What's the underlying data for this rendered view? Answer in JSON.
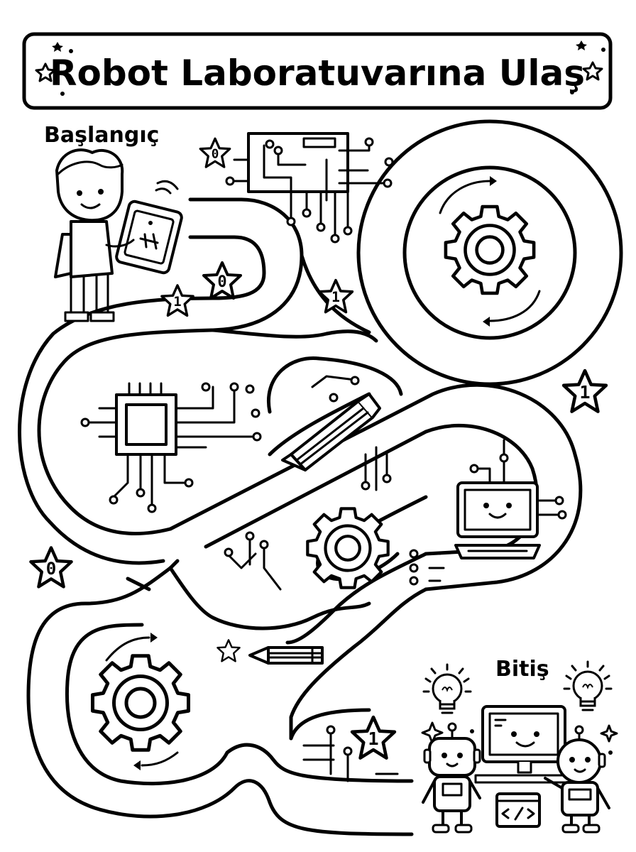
{
  "title": "Robot Laboratuvarına Ulaş",
  "start_label": "Başlangıç",
  "finish_label": "Bitiş",
  "stars": [
    {
      "value": "0"
    },
    {
      "value": "0"
    },
    {
      "value": "1"
    },
    {
      "value": "1"
    },
    {
      "value": "1"
    },
    {
      "value": "0"
    },
    {
      "value": "1"
    }
  ],
  "icons": [
    "child-with-tablet-icon",
    "circuit-board-icon",
    "gear-icon",
    "cpu-chip-icon",
    "pencil-icon",
    "computer-monitor-icon",
    "light-bulb-icon",
    "robot-icon",
    "code-window-icon"
  ]
}
